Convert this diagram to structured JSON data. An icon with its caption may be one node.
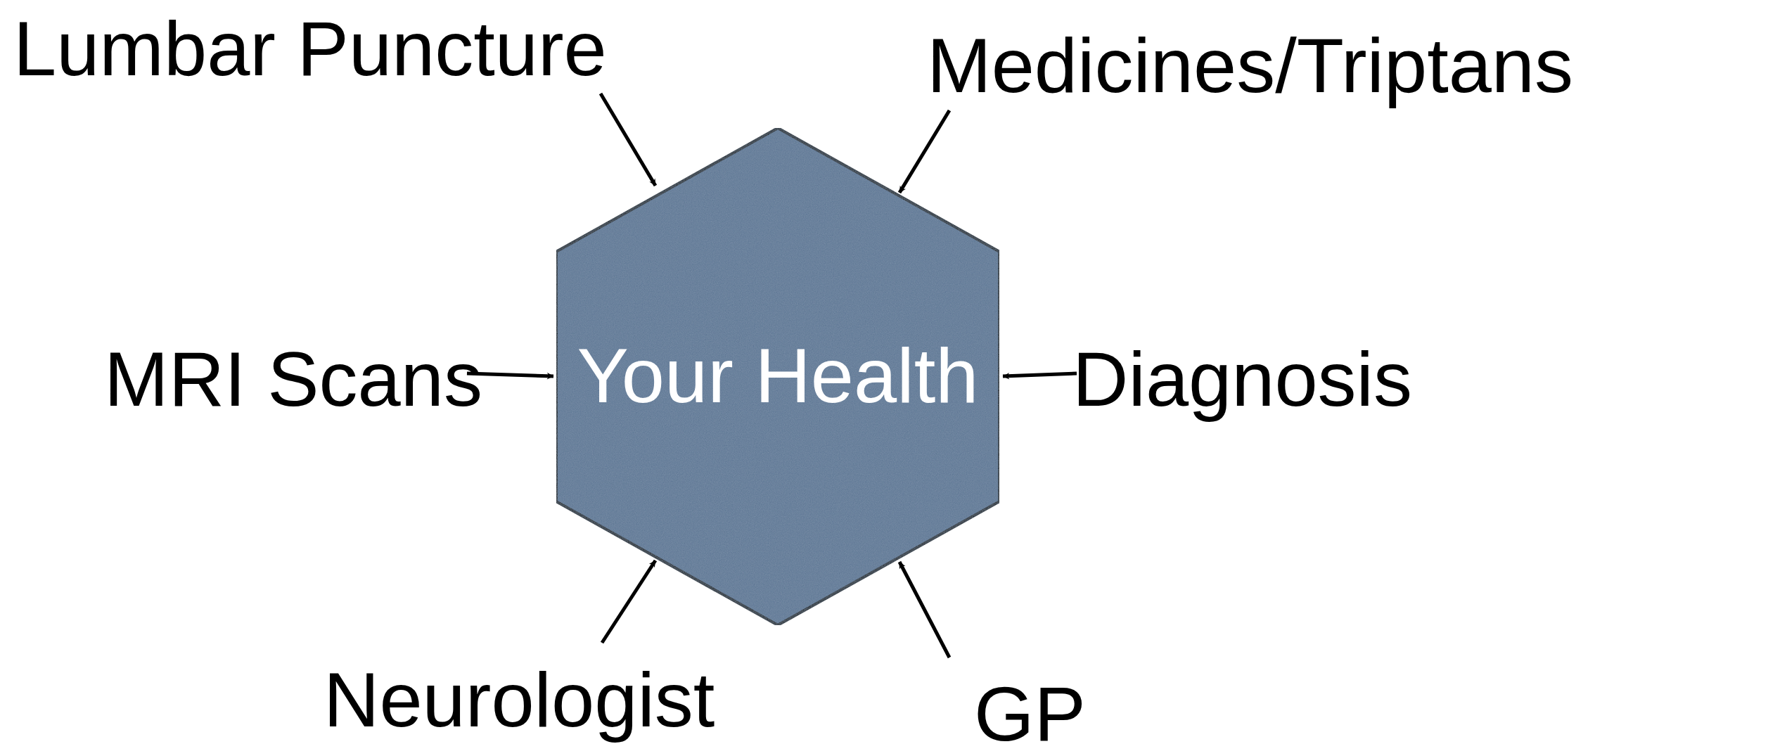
{
  "diagram": {
    "nodes": [
      {
        "text": [
          "Your Health"
        ]
      },
      {
        "text": [
          "Lumbar Puncture"
        ]
      },
      {
        "text": [
          "Medicines/Triptans"
        ]
      },
      {
        "text": [
          "MRI Scans"
        ]
      },
      {
        "text": [
          "Diagnosis"
        ]
      },
      {
        "text": [
          "Neurologist"
        ]
      },
      {
        "text": [
          "GP"
        ]
      }
    ],
    "edges": [
      {
        "from": 1,
        "to": 0,
        "arrow": "to"
      },
      {
        "from": 2,
        "to": 0,
        "arrow": "to"
      },
      {
        "from": 3,
        "to": 0,
        "arrow": "to"
      },
      {
        "from": 4,
        "to": 0,
        "arrow": "to"
      },
      {
        "from": 5,
        "to": 0,
        "arrow": "to"
      },
      {
        "from": 6,
        "to": 0,
        "arrow": "to"
      }
    ]
  }
}
